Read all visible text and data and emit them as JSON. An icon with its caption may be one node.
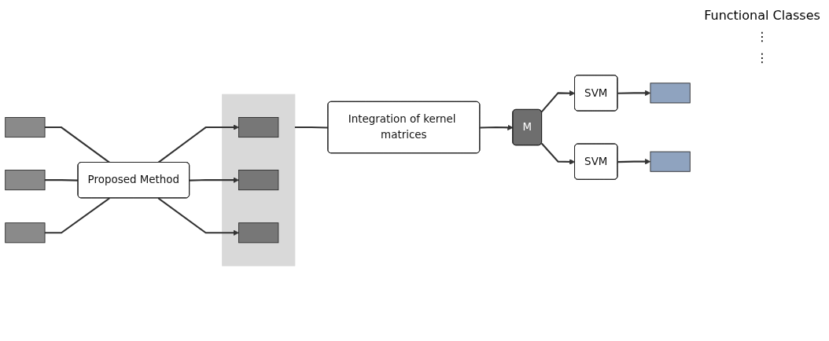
{
  "diagram": {
    "nodes": [
      {
        "text": [],
        "shape": "box"
      },
      {
        "text": [],
        "shape": "box"
      },
      {
        "text": [],
        "shape": "box"
      },
      {
        "text": [
          "Proposed Method"
        ]
      },
      {
        "text": [],
        "shape": "box"
      },
      {
        "text": [],
        "shape": "box",
        "in": 4
      },
      {
        "text": [],
        "shape": "box",
        "in": 4
      },
      {
        "text": [],
        "shape": "box",
        "in": 4
      },
      {
        "text": [
          "Integration of kernel matrices"
        ]
      },
      {
        "text": [
          "M"
        ]
      },
      {
        "text": [
          "SVM"
        ]
      },
      {
        "text": [
          "SVM"
        ]
      },
      {
        "text": [],
        "shape": "box"
      },
      {
        "text": [],
        "shape": "box"
      }
    ],
    "edges": [
      {
        "from": 0,
        "to": 3,
        "arrow": "none"
      },
      {
        "from": 1,
        "to": 3,
        "arrow": "none"
      },
      {
        "from": 2,
        "to": 3,
        "arrow": "none"
      },
      {
        "from": 3,
        "to": 5,
        "arrow": "to"
      },
      {
        "from": 3,
        "to": 6,
        "arrow": "to"
      },
      {
        "from": 3,
        "to": 7,
        "arrow": "to"
      },
      {
        "from": 4,
        "to": 8,
        "arrow": "none"
      },
      {
        "from": 8,
        "to": 9,
        "arrow": "to"
      },
      {
        "from": 9,
        "to": 10,
        "arrow": "to"
      },
      {
        "from": 9,
        "to": 11,
        "arrow": "to"
      },
      {
        "from": 10,
        "to": 12,
        "arrow": "to"
      },
      {
        "from": 11,
        "to": 13,
        "arrow": "to"
      }
    ],
    "labels": [
      "Functional Classes",
      "⋮",
      "⋮"
    ]
  }
}
